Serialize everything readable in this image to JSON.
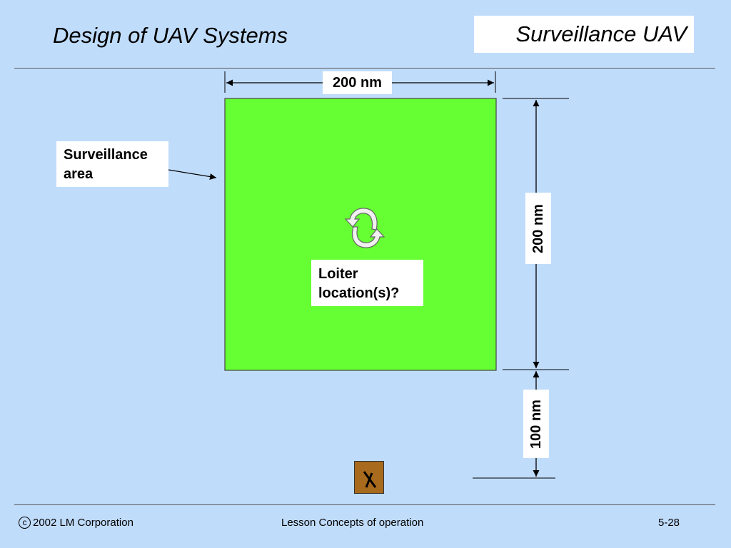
{
  "header": {
    "title": "Design of UAV Systems",
    "subtitle": "Surveillance UAV"
  },
  "diagram": {
    "area_color": "#66ff33",
    "width_label": "200 nm",
    "height_label": "200 nm",
    "standoff_label": "100 nm",
    "area_label_line1": "Surveillance",
    "area_label_line2": "area",
    "loiter_label_line1": "Loiter",
    "loiter_label_line2": "location(s)?",
    "loiter_icon": "circular-arrows-icon",
    "uav_icon": "aircraft-icon",
    "uav_color": "#a86a1c"
  },
  "footer": {
    "copyright_symbol": "c",
    "copyright": "2002 LM Corporation",
    "lesson": "Lesson  Concepts of operation",
    "page": "5-28"
  }
}
